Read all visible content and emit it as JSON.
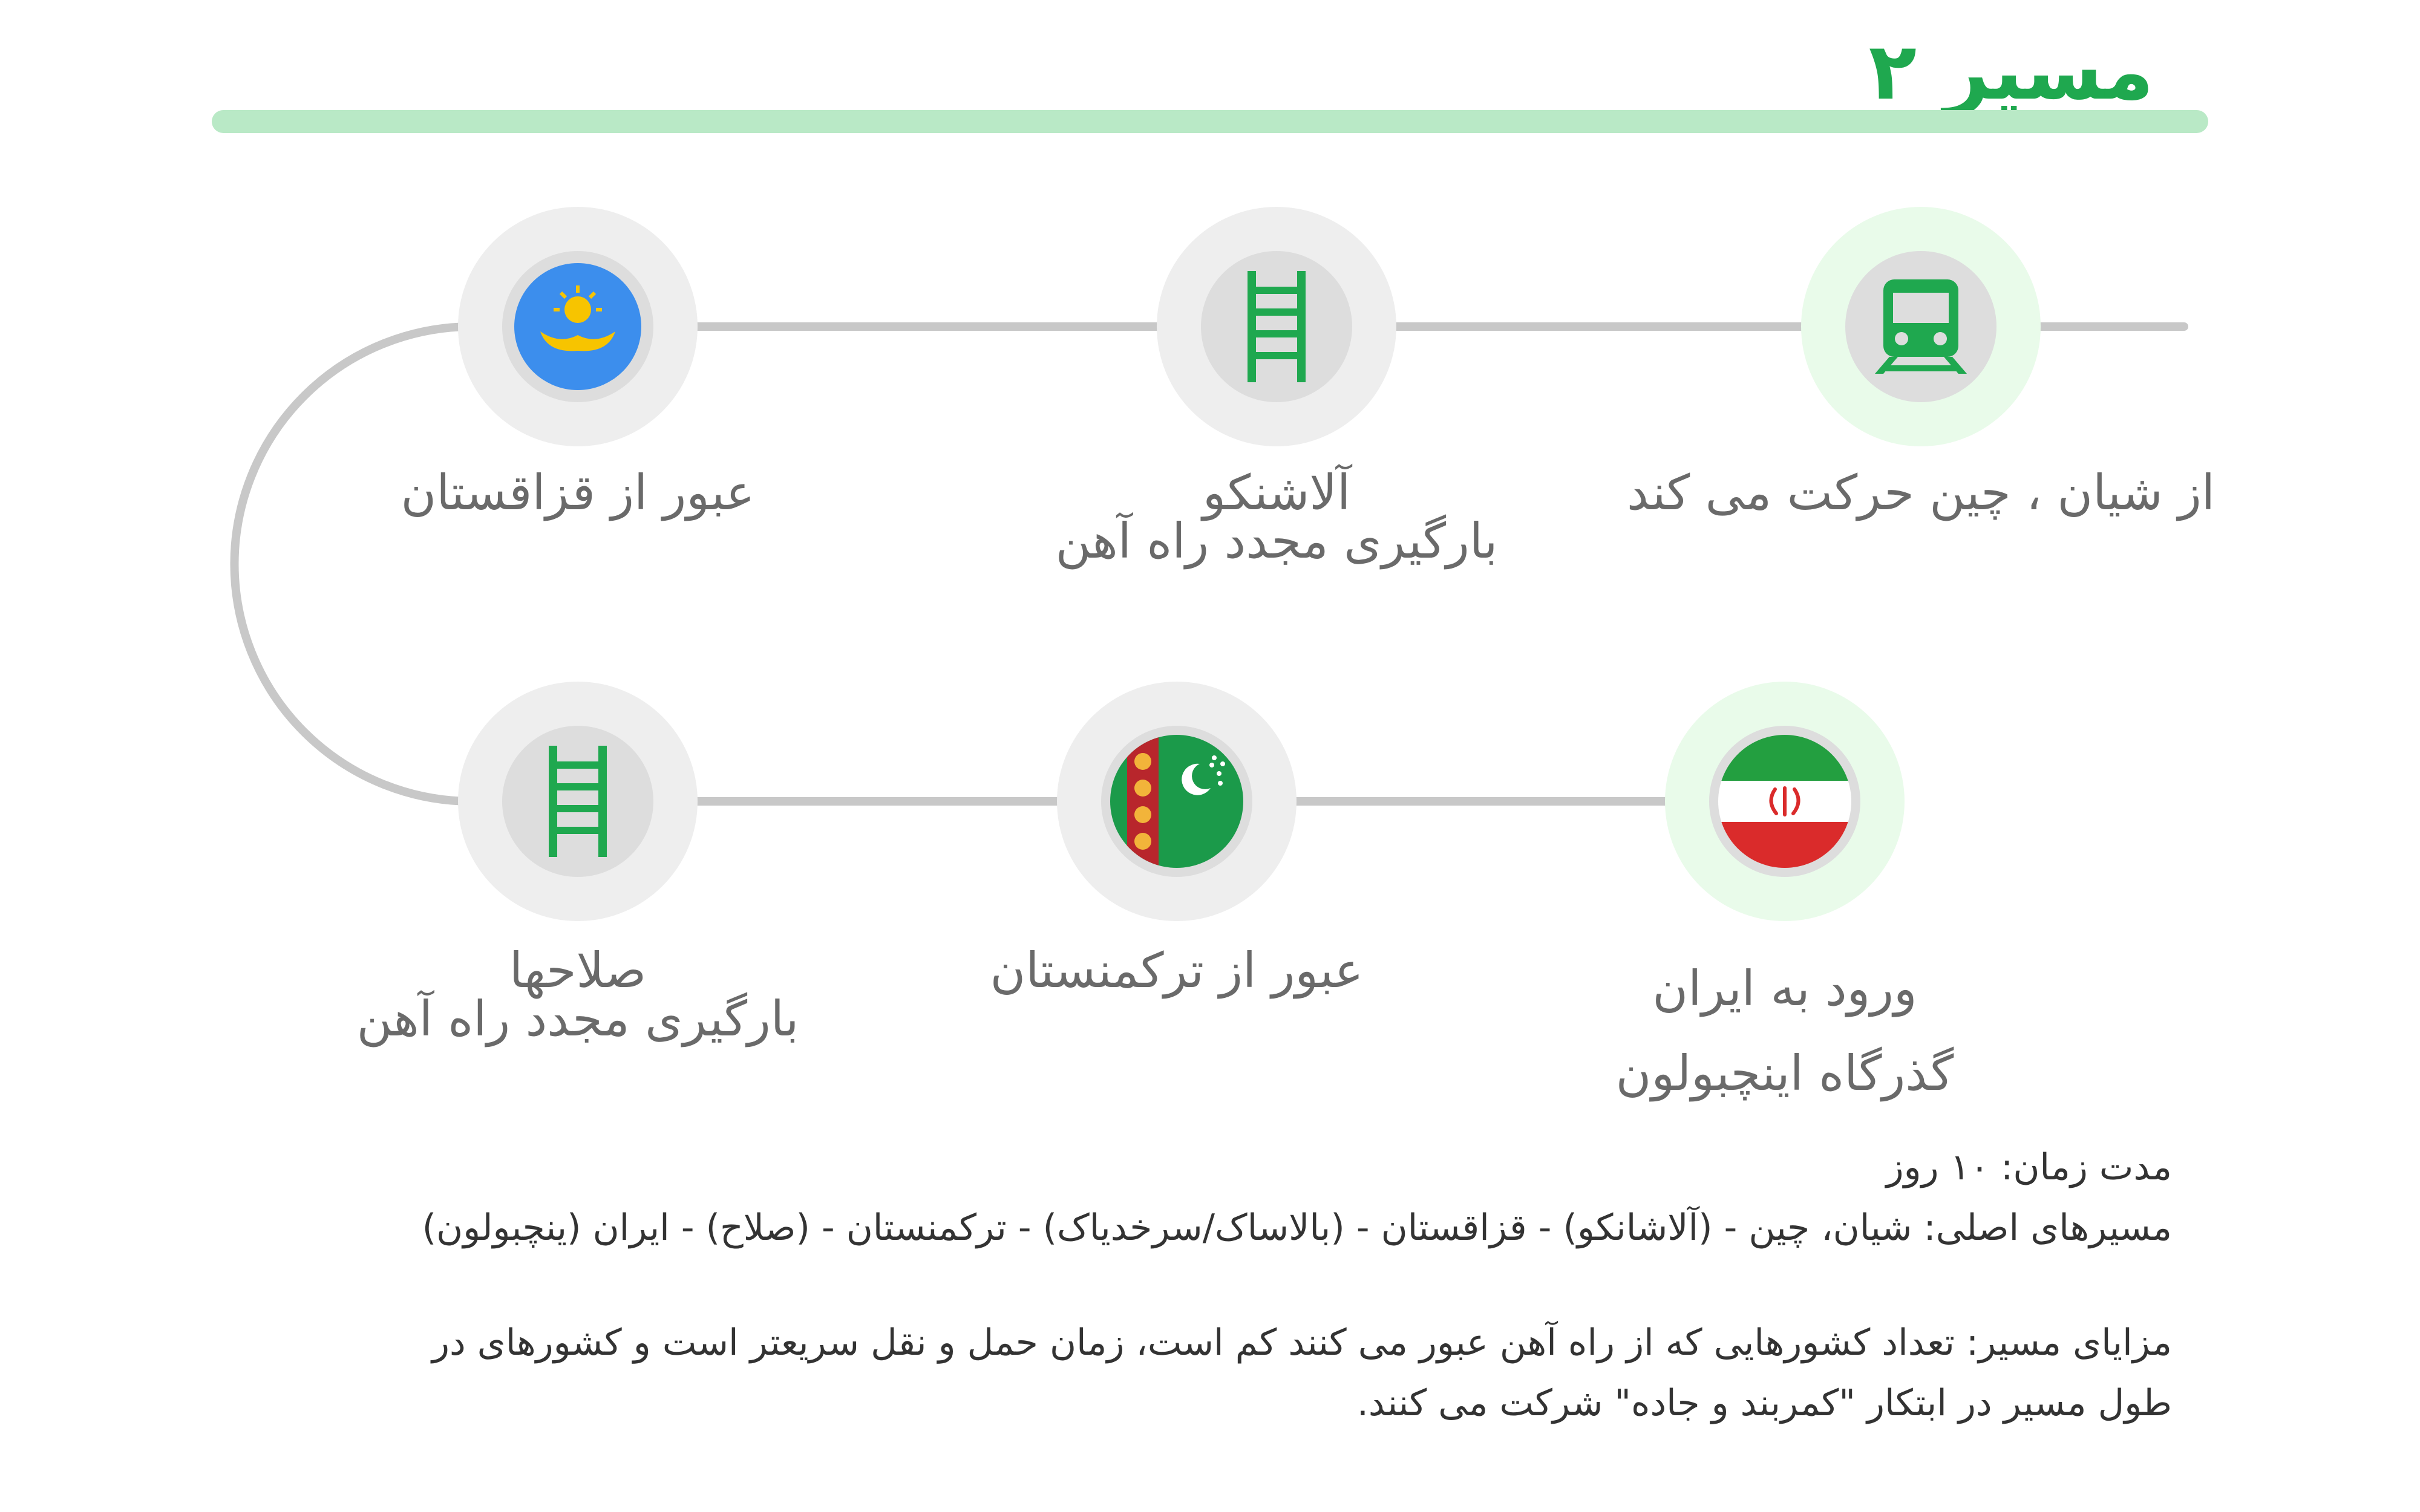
{
  "title": "مسیر ۲",
  "colors": {
    "accent": "#1fa84f",
    "title_bar": "#b9e9c6",
    "route_line": "#c8c8c8",
    "node_ring": "#eeeeee",
    "node_ring_active": "#e9fbea",
    "node_inner": "#dddddd",
    "icon_green": "#1fa84f",
    "icon_gray": "#5f6368"
  },
  "nodes": [
    {
      "id": "xian",
      "icon": "train-icon",
      "lines": [
        "از شیان ، چین حرکت می کند"
      ]
    },
    {
      "id": "alashankou",
      "icon": "rail-track-icon",
      "lines": [
        "آلاشنکو",
        "بارگیری مجدد راه آهن"
      ]
    },
    {
      "id": "kazakhstan",
      "icon": "kazakhstan-flag-icon",
      "lines": [
        "عبور از قزاقستان"
      ]
    },
    {
      "id": "salahha",
      "icon": "rail-track-icon",
      "lines": [
        "صلاحها",
        "بارگیری مجدد راه آهن"
      ]
    },
    {
      "id": "turkmenistan",
      "icon": "turkmenistan-flag-icon",
      "lines": [
        "عبور از ترکمنستان"
      ]
    },
    {
      "id": "iran",
      "icon": "iran-flag-icon",
      "lines": [
        "ورود به ایران",
        "گذرگاه اینچبولون"
      ]
    }
  ],
  "info": {
    "duration": "مدت زمان: ۱۰ روز",
    "main_routes": "مسیرهای اصلی: شیان، چین - (آلاشانکو) - قزاقستان - (بالاساک/سرخدیاک) - ترکمنستان - (صلاح) - ایران (ینچبولون)",
    "advantages": "مزایای مسیر: تعداد کشورهایی که از راه آهن عبور می کنند کم است، زمان حمل و نقل سریعتر است و کشورهای در طول مسیر در ابتکار \"کمربند و جاده\" شرکت می کنند."
  }
}
